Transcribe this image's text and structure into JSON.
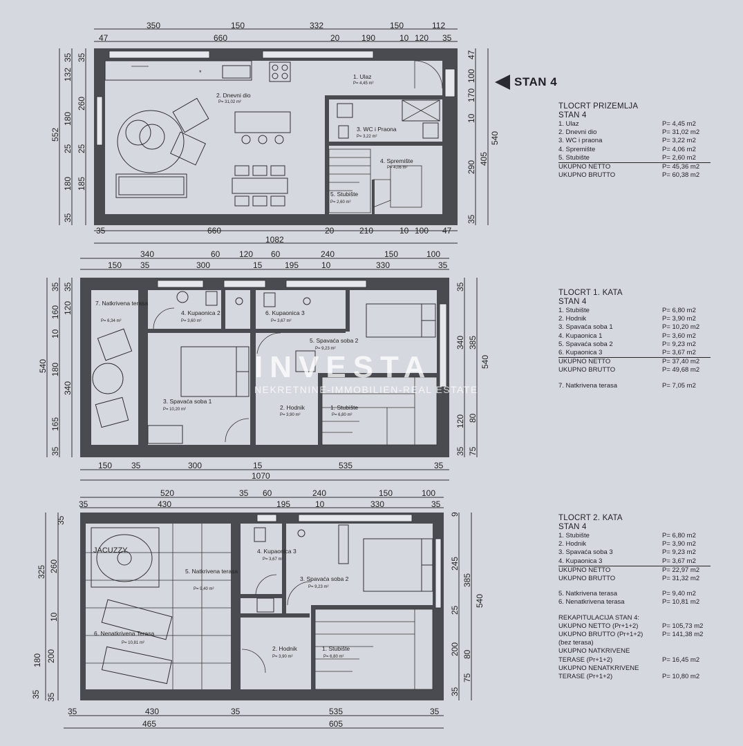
{
  "stan_tag": "STAN 4",
  "watermark": {
    "logo": "INVESTA",
    "tagline": "NEKRETNINE-IMMOBILIEN-REAL ESTATE"
  },
  "jacuzzi_label": "JACUZZY",
  "dims": {
    "g_top1": [
      "350",
      "150",
      "332",
      "150",
      "112"
    ],
    "g_top2": [
      "47",
      "660",
      "20",
      "190",
      "10",
      "120",
      "35"
    ],
    "g_left1": [
      "552",
      "260"
    ],
    "g_left2": [
      "35",
      "132",
      "180",
      "25",
      "180",
      "35"
    ],
    "g_left3": [
      "35",
      "25",
      "185"
    ],
    "g_right1": [
      "47",
      "100",
      "170",
      "10",
      "405",
      "290",
      "35"
    ],
    "g_right2": [
      "540"
    ],
    "g_bottom1": [
      "35",
      "660",
      "20",
      "210",
      "10",
      "100",
      "47"
    ],
    "g_bottom2": [
      "1082"
    ],
    "f1_top1": [
      "340",
      "60",
      "120",
      "60",
      "240",
      "150",
      "100"
    ],
    "f1_top2": [
      "150",
      "35",
      "300",
      "15",
      "195",
      "10",
      "330",
      "35"
    ],
    "f1_left1": [
      "540"
    ],
    "f1_left2": [
      "35",
      "160",
      "10",
      "180",
      "165",
      "35"
    ],
    "f1_left3": [
      "35",
      "120",
      "340"
    ],
    "f1_right1": [
      "35",
      "340",
      "120",
      "80",
      "35",
      "75"
    ],
    "f1_right2": [
      "385",
      "540"
    ],
    "f1_bottom1": [
      "150",
      "35",
      "300",
      "15",
      "535",
      "35"
    ],
    "f1_bottom2": [
      "1070"
    ],
    "f2_top1": [
      "520",
      "35",
      "60",
      "240",
      "150",
      "100"
    ],
    "f2_top2": [
      "35",
      "430",
      "195",
      "10",
      "330",
      "35"
    ],
    "f2_left1": [
      "35",
      "325",
      "180",
      "35"
    ],
    "f2_left2": [
      "260",
      "10",
      "200",
      "35"
    ],
    "f2_right1": [
      "9",
      "245",
      "25",
      "200",
      "80",
      "75",
      "35"
    ],
    "f2_right2": [
      "385",
      "540"
    ],
    "f2_bottom1": [
      "35",
      "430",
      "35",
      "535",
      "35"
    ],
    "f2_bottom2": [
      "465",
      "605"
    ]
  },
  "rooms": {
    "g": [
      {
        "name": "1. Ulaz",
        "area": "P= 4,45 m²"
      },
      {
        "name": "2. Dnevni dio",
        "area": "P= 31,02 m²"
      },
      {
        "name": "3. WC i Praona",
        "area": "P= 3,22 m²"
      },
      {
        "name": "4. Spremište",
        "area": "P= 4,06 m²"
      },
      {
        "name": "5. Stubište",
        "area": "P= 2,60 m²"
      }
    ],
    "f1": [
      {
        "name": "7. Natkrivena terasa",
        "area": "P= 6,34 m²"
      },
      {
        "name": "4. Kupaonica 2",
        "area": "P= 3,60 m²"
      },
      {
        "name": "6. Kupaonica 3",
        "area": "P= 3,67 m²"
      },
      {
        "name": "5. Spavaća soba 2",
        "area": "P= 9,23 m²"
      },
      {
        "name": "3. Spavaća soba 1",
        "area": "P= 10,20 m²"
      },
      {
        "name": "2. Hodnik",
        "area": "P= 3,90 m²"
      },
      {
        "name": "1. Stubište",
        "area": "P= 6,80 m²"
      }
    ],
    "f2": [
      {
        "name": "5. Natkrivena terasa",
        "area": "P= 9,40 m²"
      },
      {
        "name": "4. Kupaonica 3",
        "area": "P= 3,67 m²"
      },
      {
        "name": "3. Spavaća soba 2",
        "area": "P= 9,23 m²"
      },
      {
        "name": "6. Nenatkrivena Terasa",
        "area": "P= 10,81 m²"
      },
      {
        "name": "2. Hodnik",
        "area": "P= 3,90 m²"
      },
      {
        "name": "1. Stubište",
        "area": "P= 6,80 m²"
      }
    ]
  },
  "legend_ground": {
    "title": "TLOCRT PRIZEMLJA",
    "subtitle": "STAN 4",
    "rows": [
      {
        "label": "1. Ulaz",
        "value": "P= 4,45 m2"
      },
      {
        "label": "2. Dnevni dio",
        "value": "P= 31,02 m2"
      },
      {
        "label": "3. WC i praona",
        "value": "P= 3,22 m2"
      },
      {
        "label": "4. Spremište",
        "value": "P= 4,06 m2"
      },
      {
        "label": "5. Stubište",
        "value": "P= 2,60 m2"
      }
    ],
    "totals": [
      {
        "label": "UKUPNO NETTO",
        "value": "P= 45,36 m2"
      },
      {
        "label": "UKUPNO BRUTTO",
        "value": "P= 60,38 m2"
      }
    ]
  },
  "legend_first": {
    "title": "TLOCRT 1. KATA",
    "subtitle": "STAN 4",
    "rows": [
      {
        "label": "1. Stubište",
        "value": "P= 6,80 m2"
      },
      {
        "label": "2. Hodnik",
        "value": "P= 3,90 m2"
      },
      {
        "label": "3. Spavaća soba 1",
        "value": "P= 10,20 m2"
      },
      {
        "label": "4. Kupaonica 1",
        "value": "P= 3,60 m2"
      },
      {
        "label": "5. Spavaća soba 2",
        "value": "P= 9,23 m2"
      },
      {
        "label": "6. Kupaonica 3",
        "value": "P= 3,67 m2"
      }
    ],
    "totals": [
      {
        "label": "UKUPNO NETTO",
        "value": "P= 37,40 m2"
      },
      {
        "label": "UKUPNO BRUTTO",
        "value": "P= 49,68 m2"
      }
    ],
    "extra": [
      {
        "label": "7. Natkrivena terasa",
        "value": "P= 7,05 m2"
      }
    ]
  },
  "legend_second": {
    "title": "TLOCRT 2. KATA",
    "subtitle": "STAN 4",
    "rows": [
      {
        "label": "1. Stubište",
        "value": "P= 6,80 m2"
      },
      {
        "label": "2. Hodnik",
        "value": "P= 3,90 m2"
      },
      {
        "label": "3. Spavaća soba 3",
        "value": "P= 9,23 m2"
      },
      {
        "label": "4. Kupaonica 3",
        "value": "P= 3,67 m2"
      }
    ],
    "totals": [
      {
        "label": "UKUPNO NETTO",
        "value": "P= 22,97 m2"
      },
      {
        "label": "UKUPNO BRUTTO",
        "value": "P= 31,32 m2"
      }
    ],
    "extra": [
      {
        "label": "5. Natkrivena terasa",
        "value": "P= 9,40 m2"
      },
      {
        "label": "6. Nenatkrivena terasa",
        "value": "P= 10,81 m2"
      }
    ]
  },
  "recap": {
    "title": "REKAPITULACIJA STAN 4:",
    "netto_label": "UKUPNO NETTO (Pr+1+2)",
    "netto_value": "P= 105,73 m2",
    "brutto_label": "UKUPNO BRUTTO (Pr+1+2)",
    "brutto_value": "P= 141,38 m2",
    "brutto_note": "(bez terasa)",
    "covered_line1": "UKUPNO NATKRIVENE",
    "covered_label": "TERASE (Pr+1+2)",
    "covered_value": "P= 16,45 m2",
    "open_line1": "UKUPNO NENATKRIVENE",
    "open_label": "TERASE (Pr+1+2)",
    "open_value": "P= 10,80 m2"
  }
}
